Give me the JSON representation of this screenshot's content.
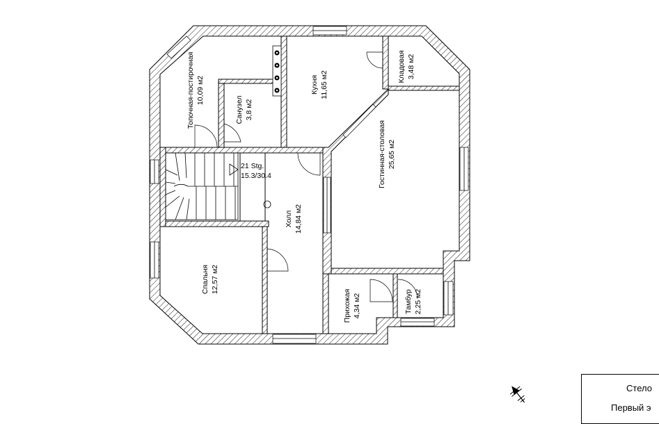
{
  "rooms": [
    {
      "name": "Топочная-постирочная",
      "area": "10,09 м2"
    },
    {
      "name": "Санузел",
      "area": "3,8 м2"
    },
    {
      "name": "Кухня",
      "area": "11,65 м2"
    },
    {
      "name": "Кладовая",
      "area": "3,48 м2"
    },
    {
      "name": "Гостинная-столовая",
      "area": "25,65 м2"
    },
    {
      "name": "Холл",
      "area": "14,84 м2"
    },
    {
      "name": "Спальня",
      "area": "12,57 м2"
    },
    {
      "name": "Прихожая",
      "area": "4,34 м2"
    },
    {
      "name": "Тамбур",
      "area": "2,25 м2"
    }
  ],
  "stair": {
    "line1": "21 Stg.",
    "line2": "15.3/30.4"
  },
  "title_block": {
    "line1": "Стело",
    "line2": "Первый э"
  },
  "icons": {
    "north_arrow": "north-arrow-icon",
    "stove": "stove-icon"
  }
}
